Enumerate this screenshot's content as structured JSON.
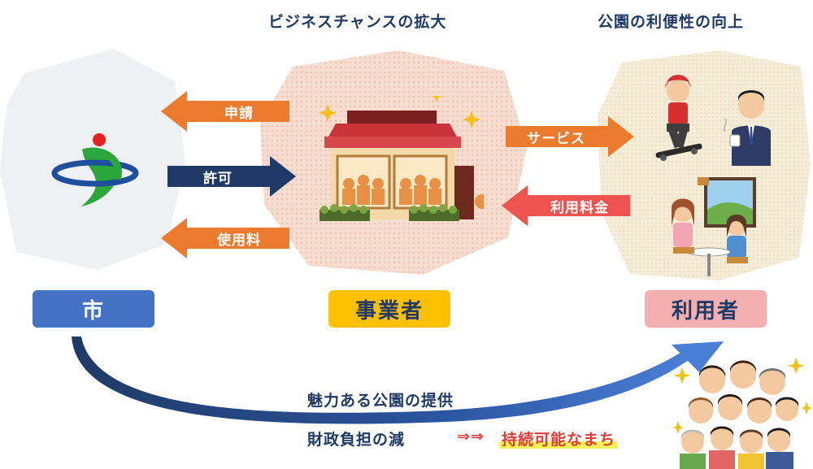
{
  "headings": {
    "business": "ビジネスチャンスの拡大",
    "convenience": "公園の利便性の向上"
  },
  "arrows": {
    "application": "申請",
    "permission": "許可",
    "usage_fee": "使用料",
    "service": "サービス",
    "user_fee": "利用料金"
  },
  "roles": {
    "city": "市",
    "operator": "事業者",
    "user": "利用者"
  },
  "bottom": {
    "attractive_park": "魅力ある公園の提供",
    "finance": "財政負担の減",
    "implies": "⇒⇒",
    "sustainable": "持続可能なまち"
  },
  "colors": {
    "navy": "#1f3a66",
    "orange": "#ec7b30",
    "red": "#ef5350",
    "city_blue": "#4472c4",
    "operator_yellow": "#ffc000",
    "user_pink": "#f4b0b0"
  }
}
